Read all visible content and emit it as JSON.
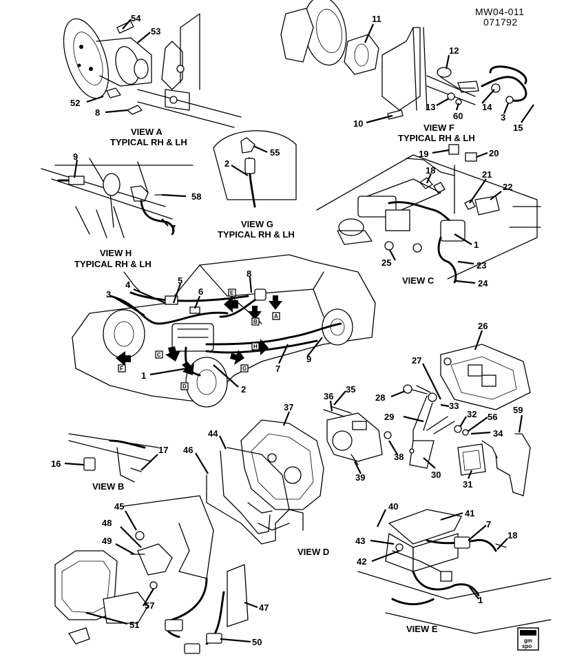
{
  "header": {
    "code": "MW04-011",
    "date": "071792"
  },
  "views": {
    "a": [
      "VIEW A",
      "TYPICAL RH & LH"
    ],
    "b": [
      "VIEW B"
    ],
    "c": [
      "VIEW C"
    ],
    "d": [
      "VIEW D"
    ],
    "e": [
      "VIEW E"
    ],
    "f": [
      "VIEW F",
      "TYPICAL RH & LH"
    ],
    "g": [
      "VIEW G",
      "TYPICAL RH & LH"
    ],
    "h": [
      "VIEW H",
      "TYPICAL RH & LH"
    ]
  },
  "callouts": [
    "54",
    "53",
    "52",
    "8",
    "11",
    "12",
    "13",
    "60",
    "14",
    "3",
    "15",
    "10",
    "9",
    "58",
    "7",
    "55",
    "2",
    "19",
    "20",
    "18",
    "21",
    "22",
    "1",
    "25",
    "23",
    "24",
    "5",
    "6",
    "4",
    "3",
    "8",
    "1",
    "2",
    "7",
    "9",
    "26",
    "27",
    "28",
    "33",
    "29",
    "32",
    "56",
    "34",
    "59",
    "35",
    "36",
    "37",
    "38",
    "39",
    "30",
    "31",
    "16",
    "17",
    "44",
    "46",
    "45",
    "48",
    "49",
    "57",
    "51",
    "47",
    "50",
    "40",
    "41",
    "7",
    "18",
    "43",
    "42",
    "1"
  ],
  "arrow_labels": [
    "E",
    "B",
    "A",
    "C",
    "F",
    "D",
    "G",
    "H"
  ],
  "logo": {
    "line1": "gm",
    "line2": "spo"
  }
}
